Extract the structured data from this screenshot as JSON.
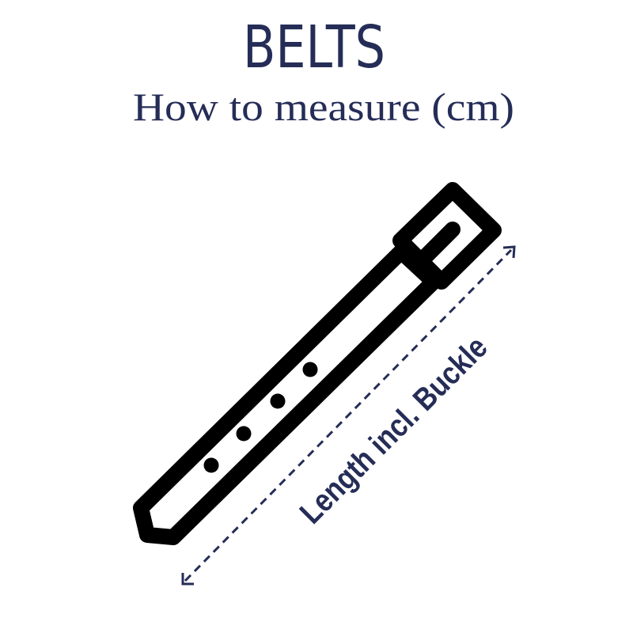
{
  "header": {
    "title": "BELTS",
    "subtitle": "How to measure (cm)"
  },
  "diagram": {
    "icon": "belt-icon",
    "hole_count": 4,
    "measurement_label": "Length incl. Buckle"
  },
  "colors": {
    "text": "#252d57",
    "belt": "#000000",
    "arrow": "#252d57",
    "background": "#ffffff"
  }
}
